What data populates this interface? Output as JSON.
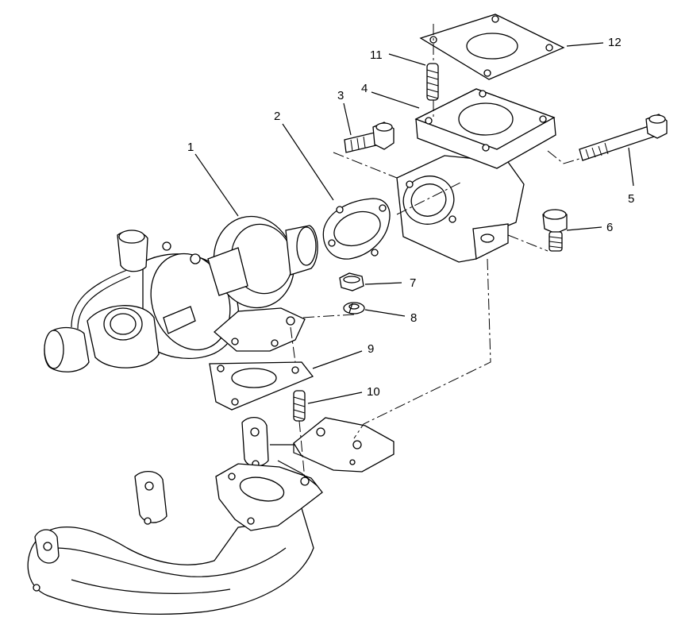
{
  "diagram": {
    "colors": {
      "line": "#000000",
      "background": "#ffffff",
      "gasket_fill": "#c8c8c8"
    },
    "callouts": [
      {
        "id": "1",
        "label": "1"
      },
      {
        "id": "2",
        "label": "2"
      },
      {
        "id": "3",
        "label": "3"
      },
      {
        "id": "4",
        "label": "4"
      },
      {
        "id": "5",
        "label": "5"
      },
      {
        "id": "6",
        "label": "6"
      },
      {
        "id": "7",
        "label": "7"
      },
      {
        "id": "8",
        "label": "8"
      },
      {
        "id": "9",
        "label": "9"
      },
      {
        "id": "10",
        "label": "10"
      },
      {
        "id": "11",
        "label": "11"
      },
      {
        "id": "12",
        "label": "12"
      }
    ]
  }
}
